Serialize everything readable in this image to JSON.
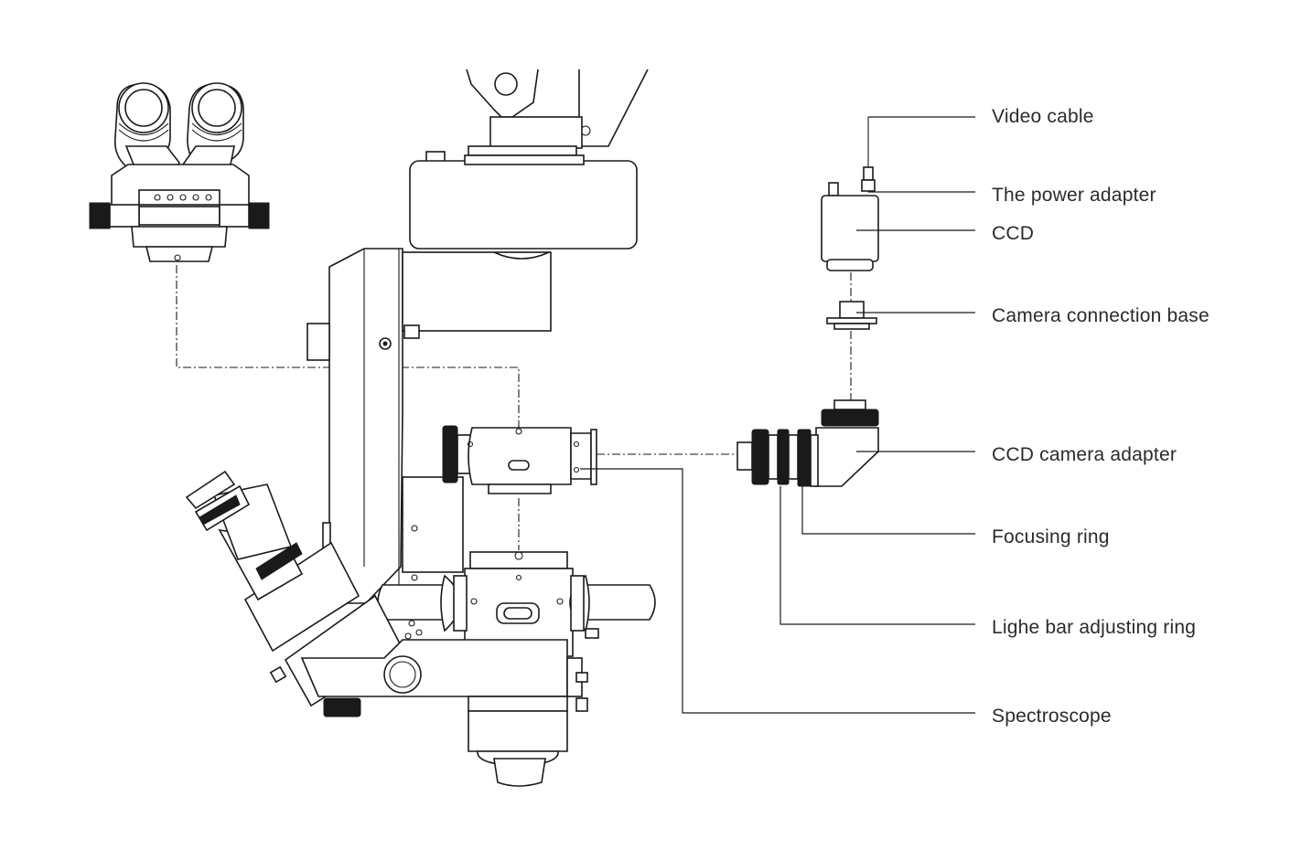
{
  "diagram": {
    "labels": {
      "video_cable": "Video cable",
      "power_adapter": "The power adapter",
      "ccd": "CCD",
      "camera_connection_base": "Camera connection base",
      "ccd_camera_adapter": "CCD camera adapter",
      "focusing_ring": "Focusing ring",
      "light_bar_adjusting_ring": "Lighe bar adjusting ring",
      "spectroscope": "Spectroscope"
    },
    "line_color": "#1a1a1a",
    "text_color": "#2b2b2b"
  }
}
